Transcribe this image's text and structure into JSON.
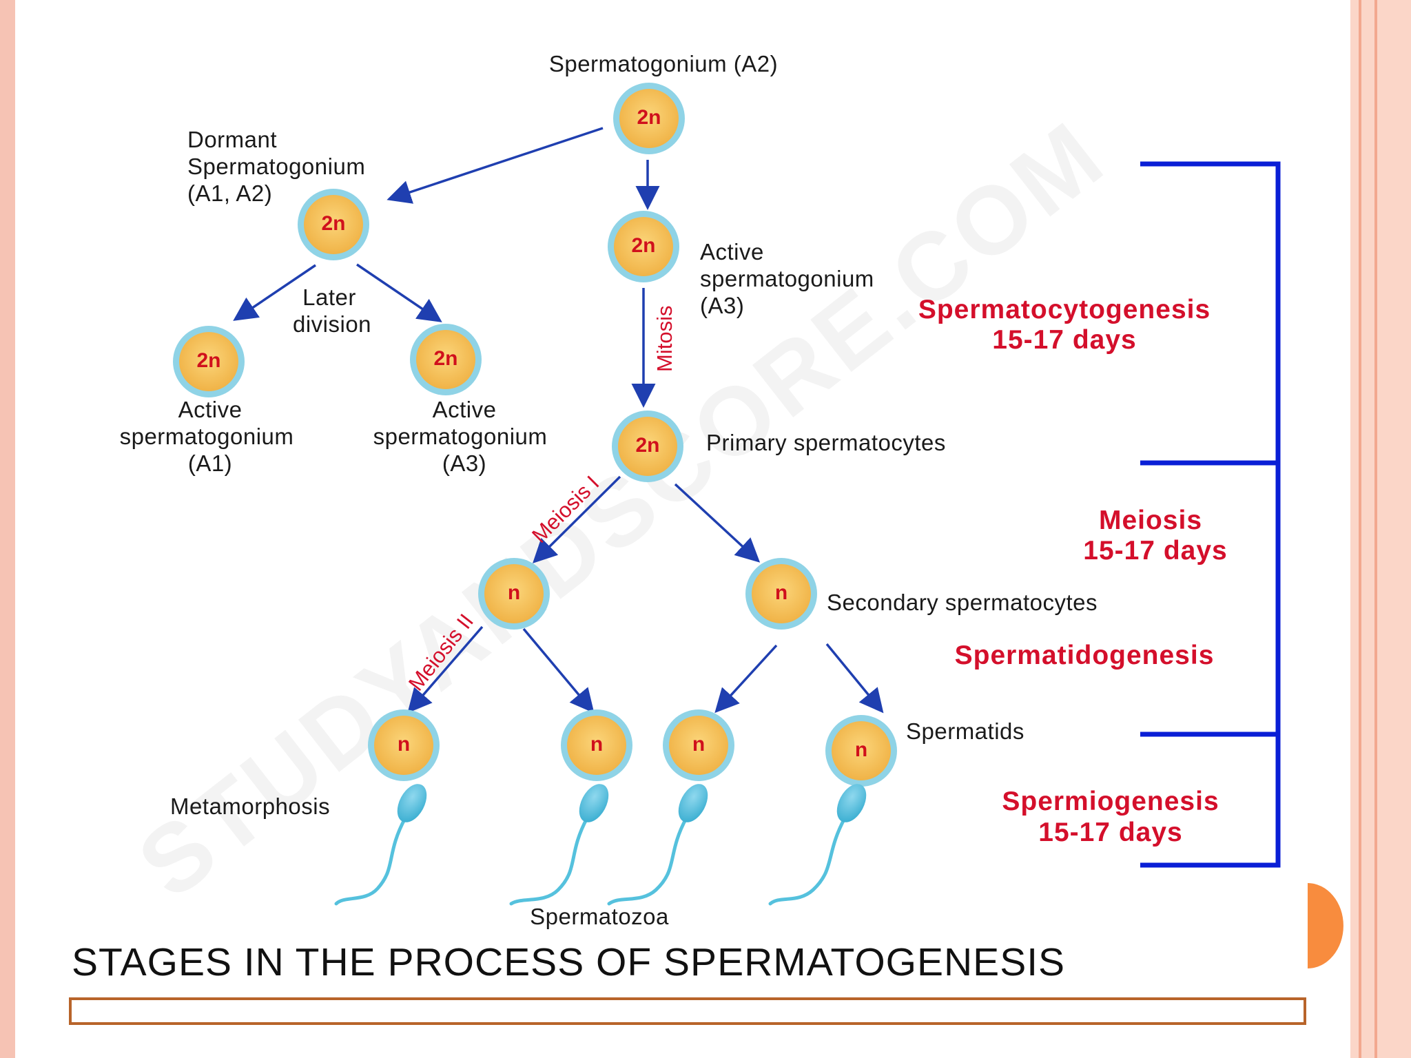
{
  "watermark": "STUDYANDSCORE.COM",
  "cells": {
    "a2": "2n",
    "dormant": "2n",
    "active_a3_top": "2n",
    "a1": "2n",
    "a3_left": "2n",
    "primary": "2n",
    "secondary_left": "n",
    "secondary_right": "n",
    "spermatid_1": "n",
    "spermatid_2": "n",
    "spermatid_3": "n",
    "spermatid_4": "n"
  },
  "labels": {
    "spermatogonium_a2": "Spermatogonium (A2)",
    "dormant": [
      "Dormant",
      "Spermatogonium",
      "(A1, A2)"
    ],
    "later_division": [
      "Later",
      "division"
    ],
    "active_a3_top": [
      "Active",
      "spermatogonium",
      "(A3)"
    ],
    "active_a1": [
      "Active",
      "spermatogonium",
      "(A1)"
    ],
    "active_a3_left": [
      "Active",
      "spermatogonium",
      "(A3)"
    ],
    "primary": "Primary spermatocytes",
    "secondary": "Secondary spermatocytes",
    "spermatids": "Spermatids",
    "metamorphosis": "Metamorphosis",
    "spermatozoa": "Spermatozoa"
  },
  "arrow_labels": {
    "mitosis": "Mitosis",
    "meiosis1": "Meiosis I",
    "meiosis2": "Meiosis II"
  },
  "phases": {
    "spermatocytogenesis": [
      "Spermatocytogenesis",
      "15-17 days"
    ],
    "meiosis": [
      "Meiosis",
      "15-17 days"
    ],
    "spermatidogenesis": "Spermatidogenesis",
    "spermiogenesis": [
      "Spermiogenesis",
      "15-17 days"
    ]
  },
  "title": "STAGES IN THE PROCESS OF SPERMATOGENESIS",
  "colors": {
    "arrow": "#1f3fb0",
    "bracket": "#0a1fd6",
    "phase_text": "#d40f2b",
    "cell_fill": "#f6c45e",
    "cell_ring": "#8fd3e6",
    "sperm": "#55c1dd",
    "slide_edge": "#f6c3b4",
    "accent_circle": "#f88c3e",
    "title_box": "#b8642a"
  }
}
